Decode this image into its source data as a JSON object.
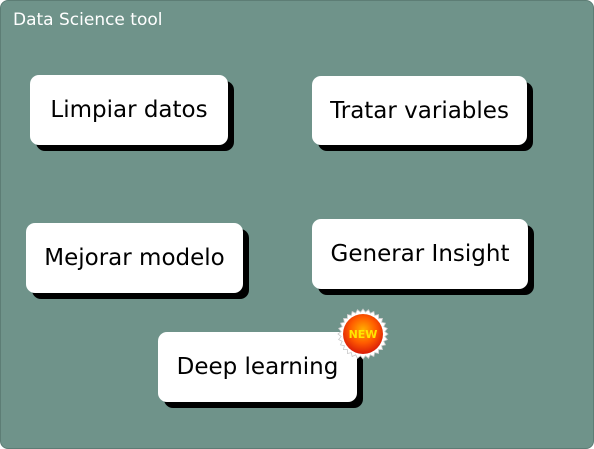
{
  "panel": {
    "title": "Data Science tool"
  },
  "buttons": {
    "clean_data": "Limpiar datos",
    "treat_variables": "Tratar variables",
    "improve_model": "Mejorar modelo",
    "generate_insight": "Generar Insight",
    "deep_learning": "Deep learning"
  },
  "badge": {
    "label": "NEW",
    "color_outer": "#e8210b",
    "color_inner": "#ff8a00",
    "text_color": "#ffe600"
  },
  "colors": {
    "panel_bg": "#6f938a",
    "button_bg": "#ffffff",
    "button_shadow": "#000000"
  }
}
